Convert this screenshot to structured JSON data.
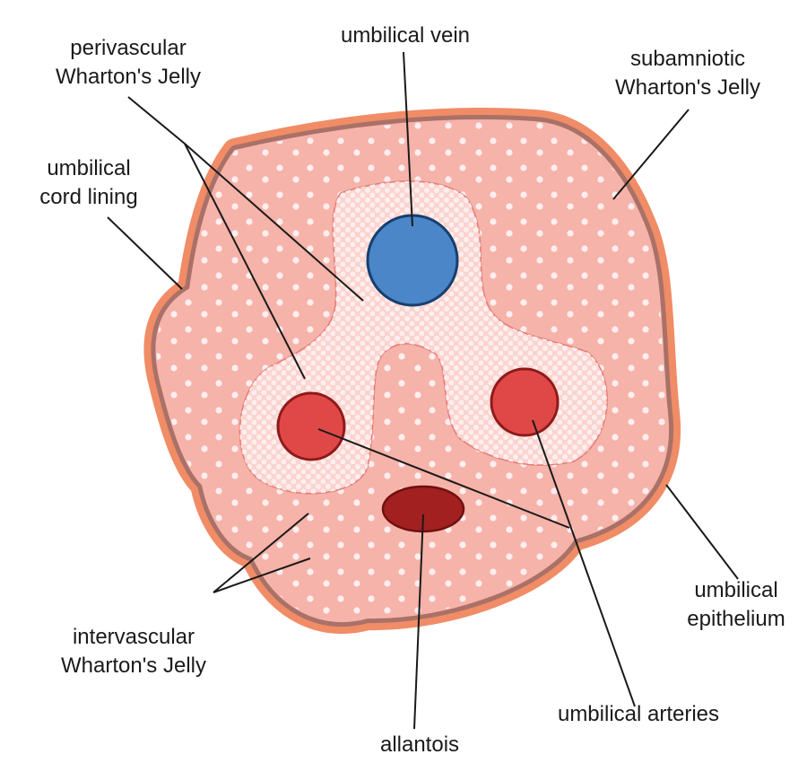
{
  "labels": {
    "perivascular": [
      "perivascular",
      "Wharton's Jelly"
    ],
    "umbilical_vein": "umbilical vein",
    "subamniotic": [
      "subamniotic",
      "Wharton's Jelly"
    ],
    "cord_lining": [
      "umbilical",
      "cord lining"
    ],
    "intervascular": [
      "intervascular",
      "Wharton's Jelly"
    ],
    "allantois": "allantois",
    "arteries": "umbilical arteries",
    "epithelium": [
      "umbilical",
      "epithelium"
    ]
  },
  "colors": {
    "outer_epithelium": "#f08c66",
    "lining": "#a97168",
    "jelly": "#f6b3a9",
    "perivascular_region": "#fbd4ce",
    "dots": "#fdeef0",
    "vein_fill": "#4a86c8",
    "vein_stroke": "#173f6e",
    "artery_fill": "#e04848",
    "artery_stroke": "#8e1a1a",
    "allantois_fill": "#a32020",
    "allantois_stroke": "#6e1010",
    "leader_lines": "#1a1a1a"
  }
}
